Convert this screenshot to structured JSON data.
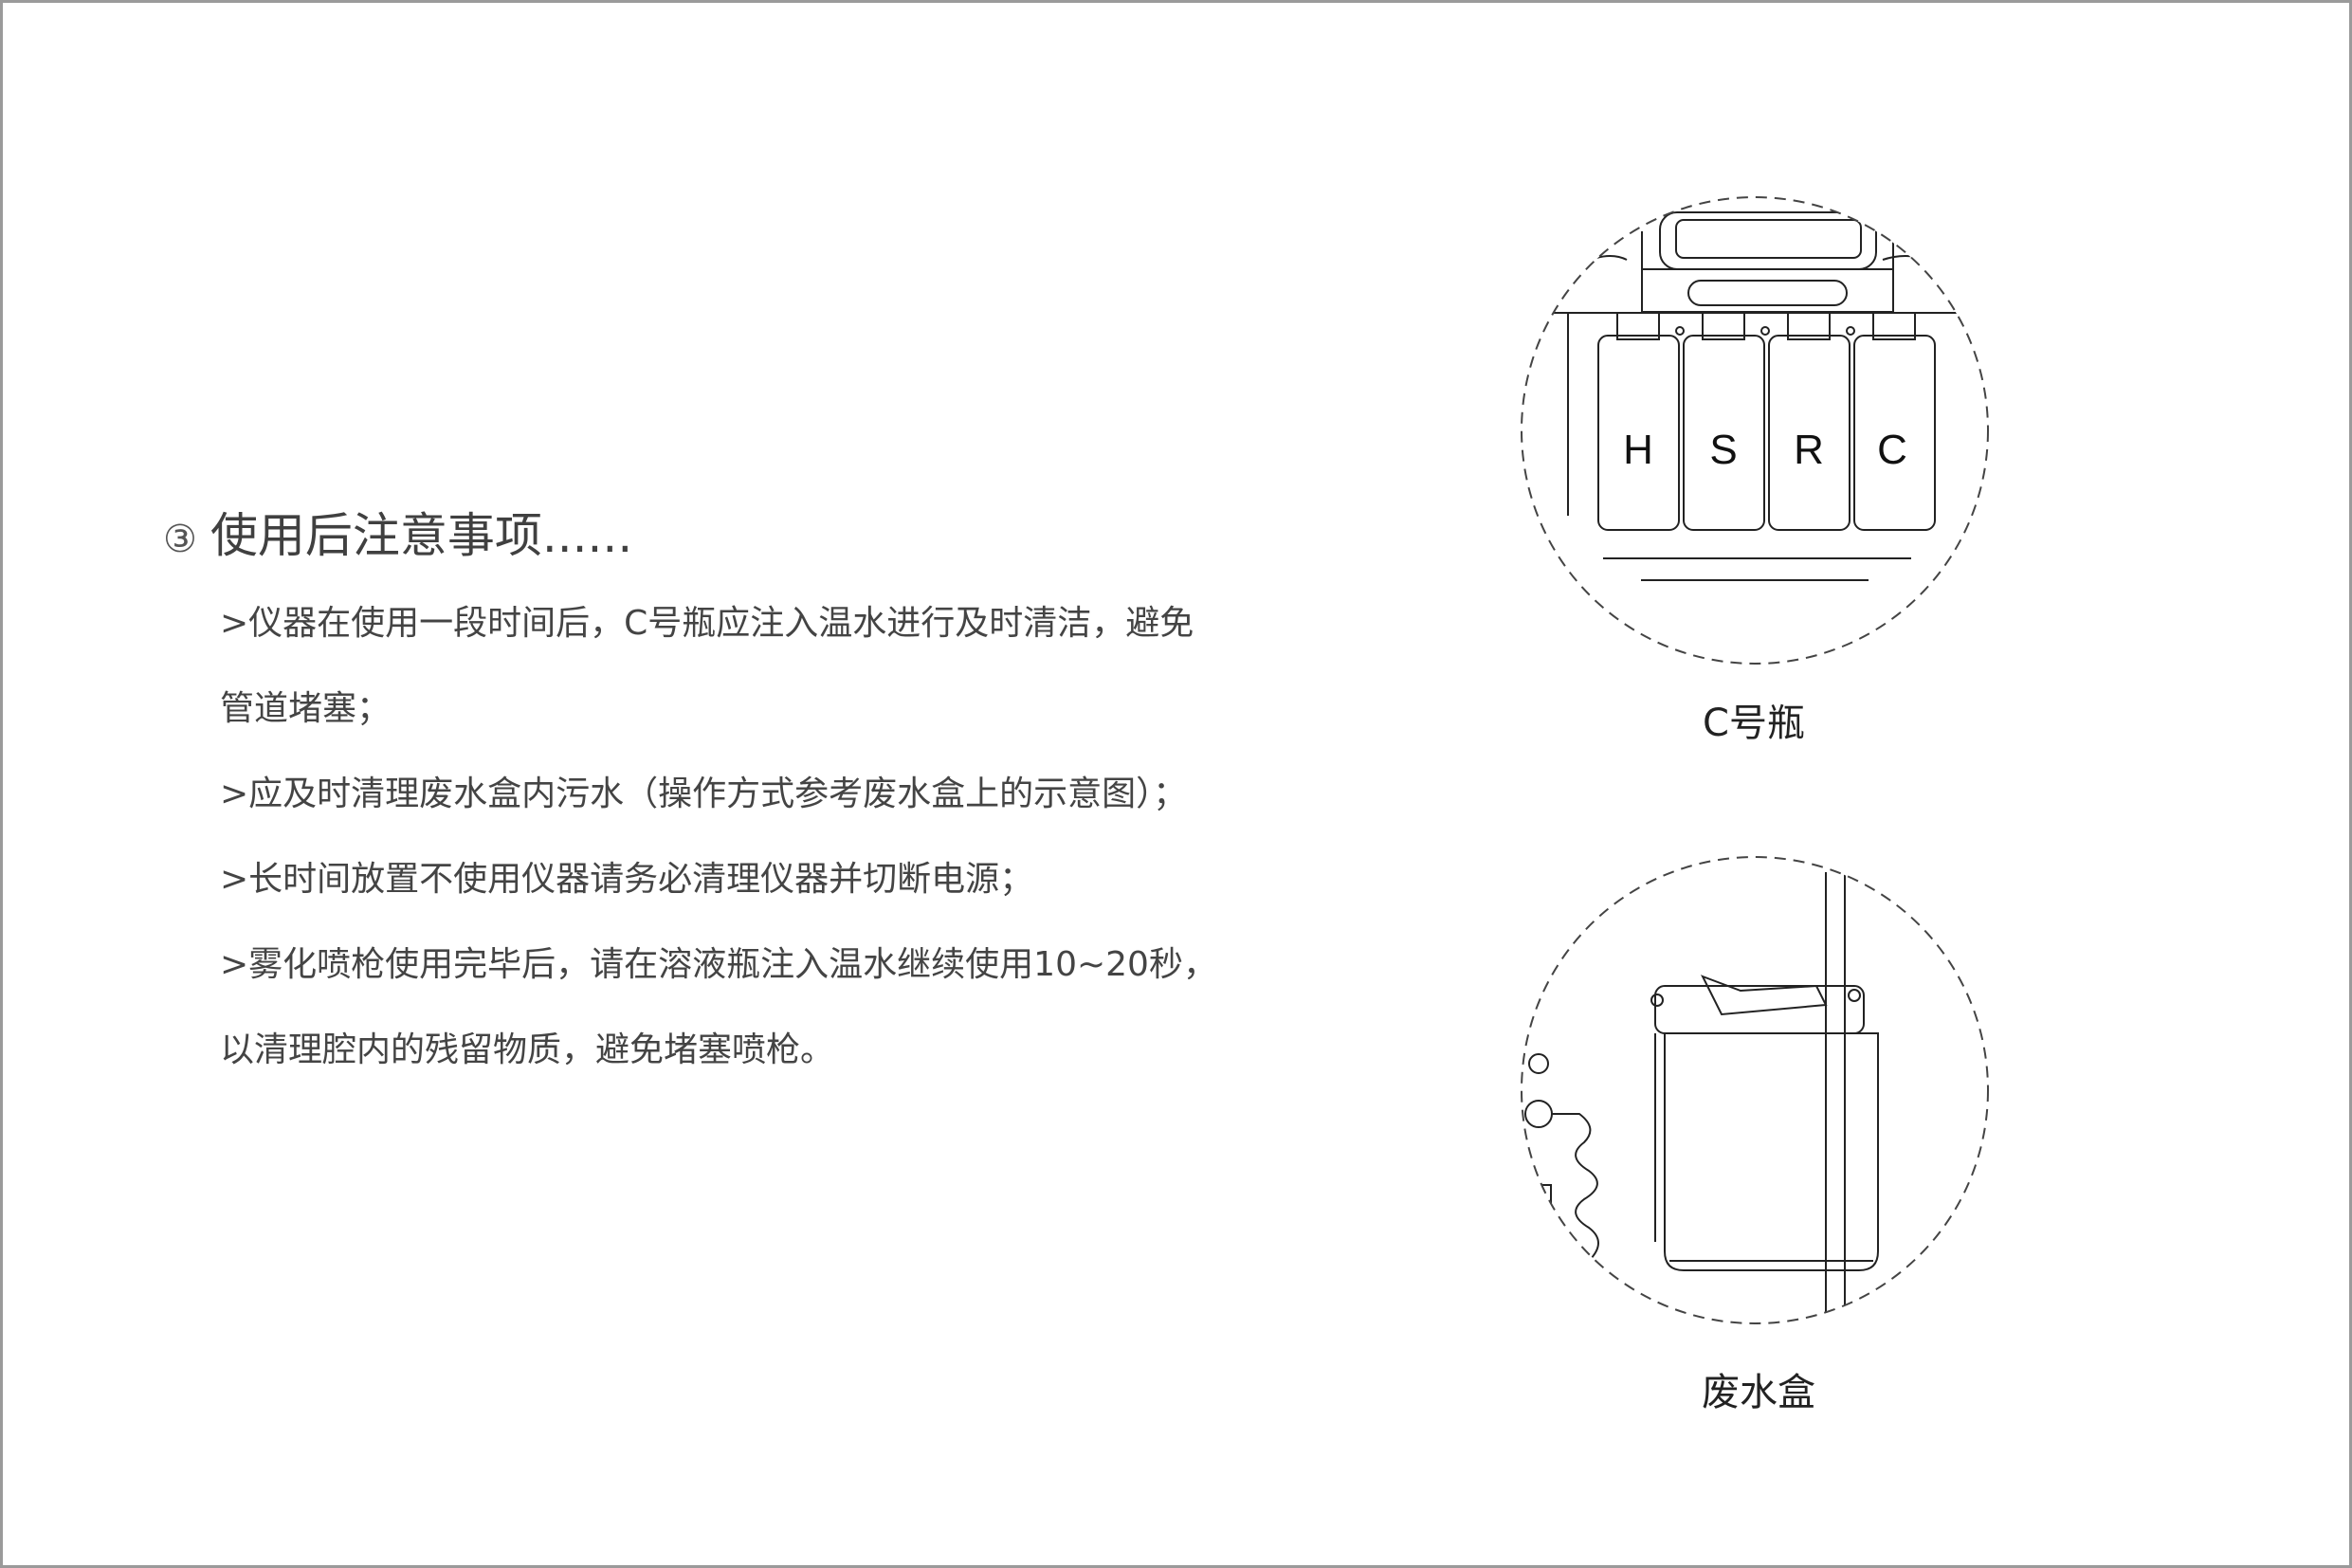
{
  "section": {
    "number": "③",
    "title": "使用后注意事项......",
    "lines": [
      ">仪器在使用一段时间后，C号瓶应注入温水进行及时清洁，避免",
      "管道堵塞；",
      ">应及时清理废水盒内污水（操作方式参考废水盒上的示意图）；",
      ">长时间放置不使用仪器请务必清理仪器并切断电源；",
      ">雾化喷枪使用完毕后，请在溶液瓶注入温水继续使用10~20秒，",
      "以清理腔内的残留物质，避免堵塞喷枪。"
    ]
  },
  "figures": {
    "bottles": {
      "labels": [
        "H",
        "S",
        "R",
        "C"
      ],
      "caption": "C号瓶"
    },
    "waste_box": {
      "caption": "废水盒"
    }
  }
}
